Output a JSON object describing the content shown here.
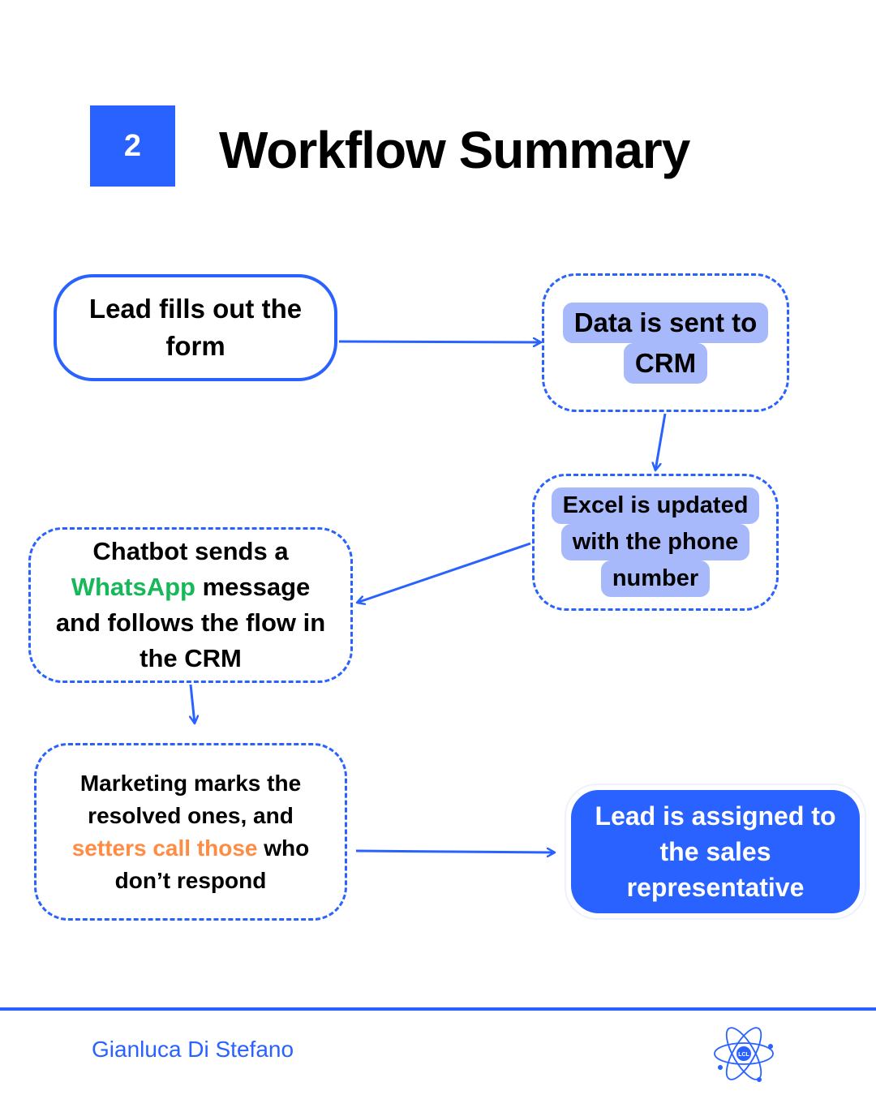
{
  "header": {
    "step_number": "2",
    "title": "Workflow Summary"
  },
  "nodes": {
    "lead_form": {
      "lines": [
        "Lead fills out the",
        "form"
      ]
    },
    "data_to_crm": {
      "lines": [
        "Data is sent to",
        "CRM"
      ]
    },
    "excel_updated": {
      "lines": [
        "Excel is updated",
        "with the phone",
        "number"
      ]
    },
    "chatbot": {
      "line1": "Chatbot sends a",
      "line2_highlight": "WhatsApp",
      "line2_rest": " message",
      "line3": "and follows the flow in",
      "line4": "the CRM"
    },
    "marketing": {
      "line1": "Marketing marks the",
      "line2": "resolved ones, and",
      "line3_highlight": "setters call those",
      "line3_rest": " who",
      "line4": "don’t respond"
    },
    "assigned": {
      "lines": [
        "Lead is assigned to",
        "the sales",
        "representative"
      ]
    }
  },
  "colors": {
    "accent": "#2962ff",
    "highlight_bg": "#a7b9fb",
    "whatsapp_green": "#16b85a",
    "setters_orange": "#ff8c42"
  },
  "footer": {
    "author": "Gianluca Di Stefano",
    "logo_text": "LCL",
    "logo_icon": "atom-icon"
  }
}
